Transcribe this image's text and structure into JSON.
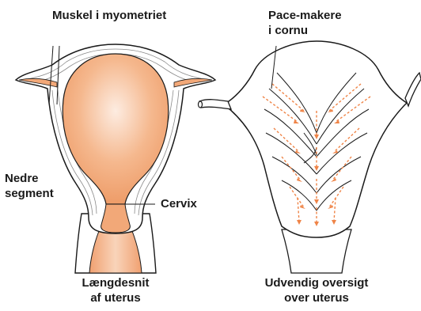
{
  "labels": {
    "muscle": "Muskel i myometriet",
    "pacemaker_line1": "Pace-makere",
    "pacemaker_line2": "i cornu",
    "lower_segment_line1": "Nedre",
    "lower_segment_line2": "segment",
    "cervix": "Cervix",
    "left_caption_line1": "Længdesnit",
    "left_caption_line2": "af uterus",
    "right_caption_line1": "Udvendig oversigt",
    "right_caption_line2": "over uterus"
  },
  "colors": {
    "tissue_fill": "#f2a878",
    "tissue_highlight": "#fde9dc",
    "outline": "#1a1a1a",
    "arrow": "#ef8447",
    "muscle_lines": "#8a8a8a"
  }
}
